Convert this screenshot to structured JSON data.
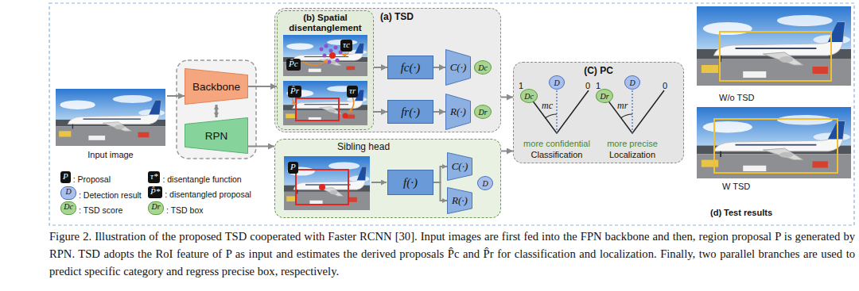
{
  "diagram": {
    "caption": "Figure 2. Illustration of the proposed TSD cooperated with Faster RCNN [30]. Input images are first fed into the FPN backbone and then, region proposal P is generated by RPN. TSD adopts the RoI feature of P as input and estimates the derived proposals P̂c and P̂r for classification and localization. Finally, two parallel branches are used to predict specific category and regress precise box, respectively.",
    "nodes": [
      {
        "text": [
          "Input image"
        ]
      },
      {
        "text": [
          "Backbone"
        ]
      },
      {
        "text": [
          "RPN"
        ]
      },
      {
        "text": [
          "(a) TSD"
        ]
      },
      {
        "text": [
          "(b) Spatial disentanglement"
        ],
        "in": 3
      },
      {
        "text": [
          "fc(·)"
        ],
        "in": 3
      },
      {
        "text": [
          "C(·)"
        ],
        "in": 3
      },
      {
        "text": [
          "Dc"
        ],
        "in": 3
      },
      {
        "text": [
          "fr(·)"
        ],
        "in": 3
      },
      {
        "text": [
          "R(·)"
        ],
        "in": 3
      },
      {
        "text": [
          "Dr"
        ],
        "in": 3
      },
      {
        "text": [
          "Sibling head"
        ]
      },
      {
        "text": [
          "f(·)"
        ],
        "in": 11
      },
      {
        "text": [
          "C(·)"
        ],
        "in": 11
      },
      {
        "text": [
          "R(·)"
        ],
        "in": 11
      },
      {
        "text": [
          "D"
        ],
        "in": 11
      },
      {
        "text": [
          "(C) PC"
        ]
      },
      {
        "text": [
          "Dc"
        ],
        "in": 16
      },
      {
        "text": [
          "D"
        ],
        "in": 16
      },
      {
        "text": [
          "Dr"
        ],
        "in": 16
      },
      {
        "text": [
          "D"
        ],
        "in": 16
      },
      {
        "text": [
          "W/o TSD"
        ]
      },
      {
        "text": [
          "W TSD"
        ]
      }
    ],
    "edges": [
      {
        "from": 0,
        "to": 1,
        "arrow": "to"
      },
      {
        "from": 1,
        "to": 2,
        "arrow": "both"
      },
      {
        "from": 1,
        "to": 4,
        "arrow": "to"
      },
      {
        "from": 2,
        "to": 11,
        "arrow": "to"
      },
      {
        "from": 4,
        "to": 5,
        "arrow": "to"
      },
      {
        "from": 5,
        "to": 6,
        "arrow": "to"
      },
      {
        "from": 4,
        "to": 8,
        "arrow": "to"
      },
      {
        "from": 8,
        "to": 9,
        "arrow": "to"
      },
      {
        "from": 12,
        "to": 13,
        "arrow": "to"
      },
      {
        "from": 12,
        "to": 14,
        "arrow": "to"
      },
      {
        "from": 3,
        "to": 16,
        "arrow": "to"
      },
      {
        "from": 11,
        "to": 16,
        "arrow": "to"
      }
    ],
    "labels": [
      "τc",
      "P̂c",
      "P̂r",
      "τr",
      "P",
      "1",
      "0",
      "mc",
      "more confidential",
      "Classification",
      "1",
      "0",
      "mr",
      "more precise",
      "Localization",
      "(d) Test results",
      "P",
      "τ*",
      "D",
      "P̂*",
      "Dc",
      "Dr"
    ],
    "legend": [
      {
        "text": ": Proposal"
      },
      {
        "text": ": disentangle function"
      },
      {
        "text": ": Detection result"
      },
      {
        "text": ": disentangled proposal"
      },
      {
        "text": ": TSD score"
      },
      {
        "text": ": TSD box"
      }
    ]
  }
}
